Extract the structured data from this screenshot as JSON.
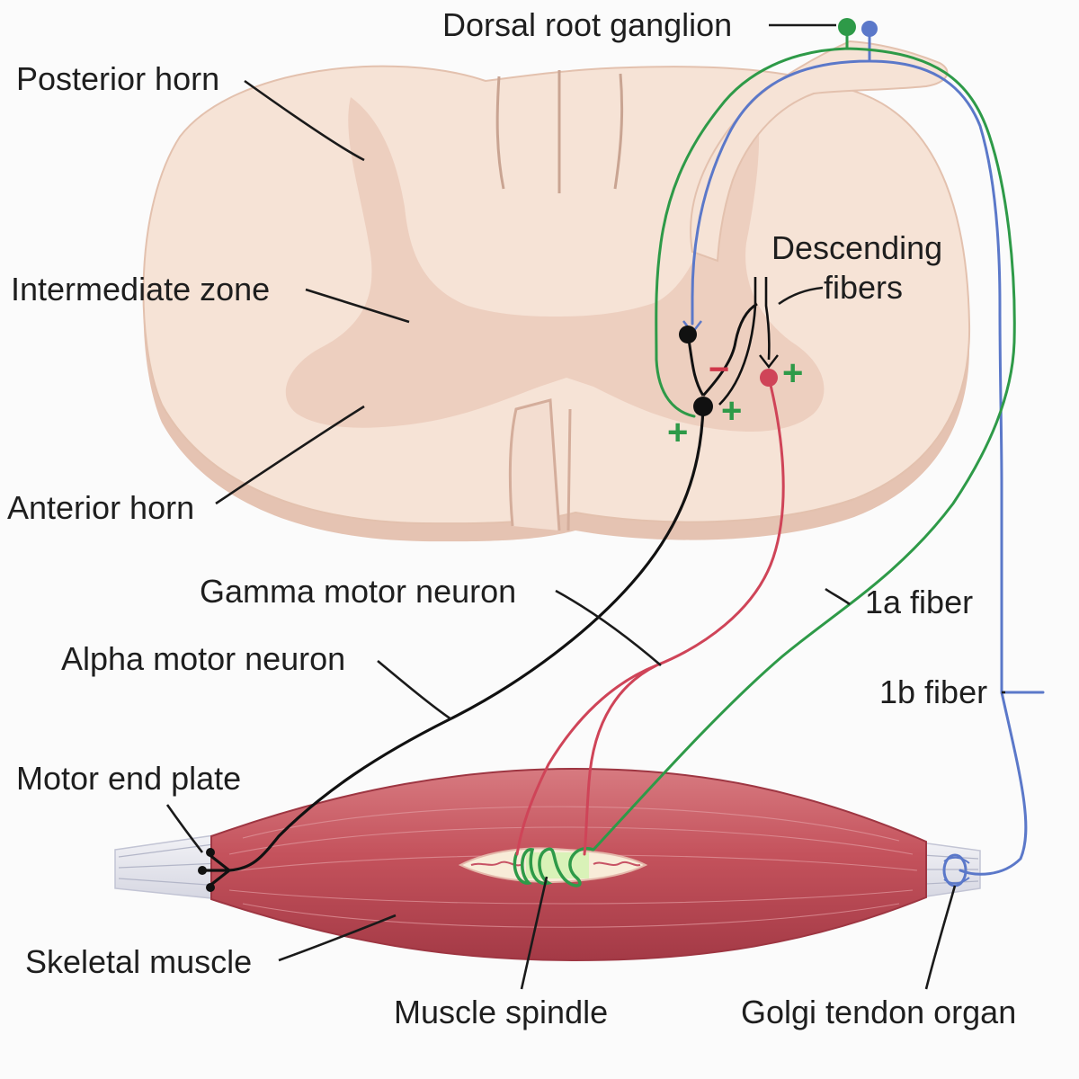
{
  "labels": {
    "dorsal_root_ganglion": "Dorsal root ganglion",
    "posterior_horn": "Posterior horn",
    "descending_line1": "Descending",
    "descending_line2": "fibers",
    "intermediate_zone": "Intermediate zone",
    "anterior_horn": "Anterior horn",
    "gamma_motor_neuron": "Gamma motor neuron",
    "fiber_1a": "1a fiber",
    "alpha_motor_neuron": "Alpha motor neuron",
    "fiber_1b": "1b fiber",
    "motor_end_plate": "Motor end plate",
    "skeletal_muscle": "Skeletal muscle",
    "muscle_spindle": "Muscle spindle",
    "golgi_tendon_organ": "Golgi tendon organ"
  },
  "signs": {
    "plus": "+",
    "minus": "−"
  },
  "colors": {
    "fiber_1a": "#2e9a48",
    "fiber_1b": "#5b78c9",
    "gamma_motor": "#cf4458",
    "alpha_motor": "#111111",
    "cord_white_matter": "#f6e3d6",
    "cord_gray_matter": "#eccbbb",
    "muscle": "#c4525c"
  }
}
